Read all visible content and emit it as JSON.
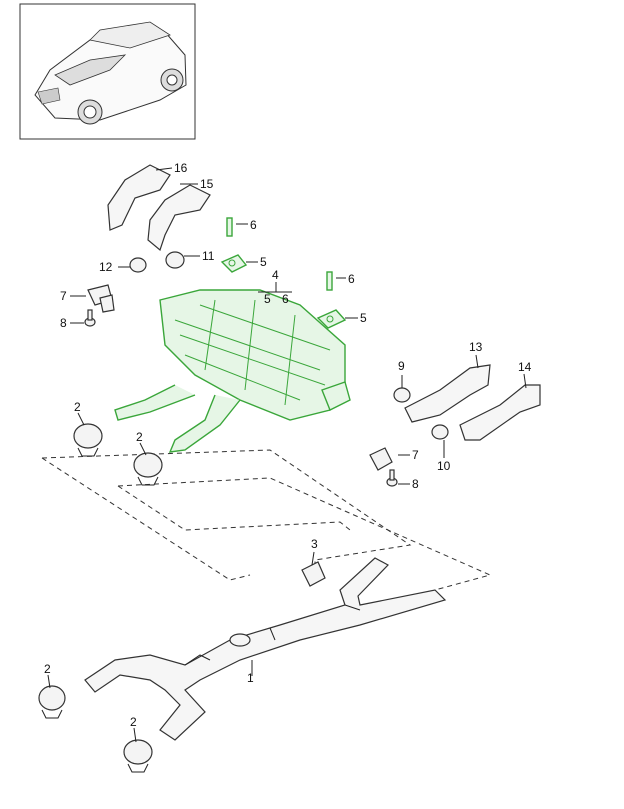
{
  "diagram": {
    "title": "Exhaust system parts diagram",
    "highlight_color": "#3aa63a",
    "line_color": "#222222",
    "thumbnail": {
      "label": "vehicle-thumbnail"
    },
    "callouts": {
      "c1": "1",
      "c2a": "2",
      "c2b": "2",
      "c2c": "2",
      "c2d": "2",
      "c3": "3",
      "c4": "4",
      "c5a": "5",
      "c5b": "5",
      "c5c": "5",
      "c6a": "6",
      "c6b": "6",
      "c6c": "6",
      "c7a": "7",
      "c7b": "7",
      "c8a": "8",
      "c8b": "8",
      "c9": "9",
      "c10": "10",
      "c11": "11",
      "c12": "12",
      "c13": "13",
      "c14": "14",
      "c15": "15",
      "c16": "16"
    }
  }
}
